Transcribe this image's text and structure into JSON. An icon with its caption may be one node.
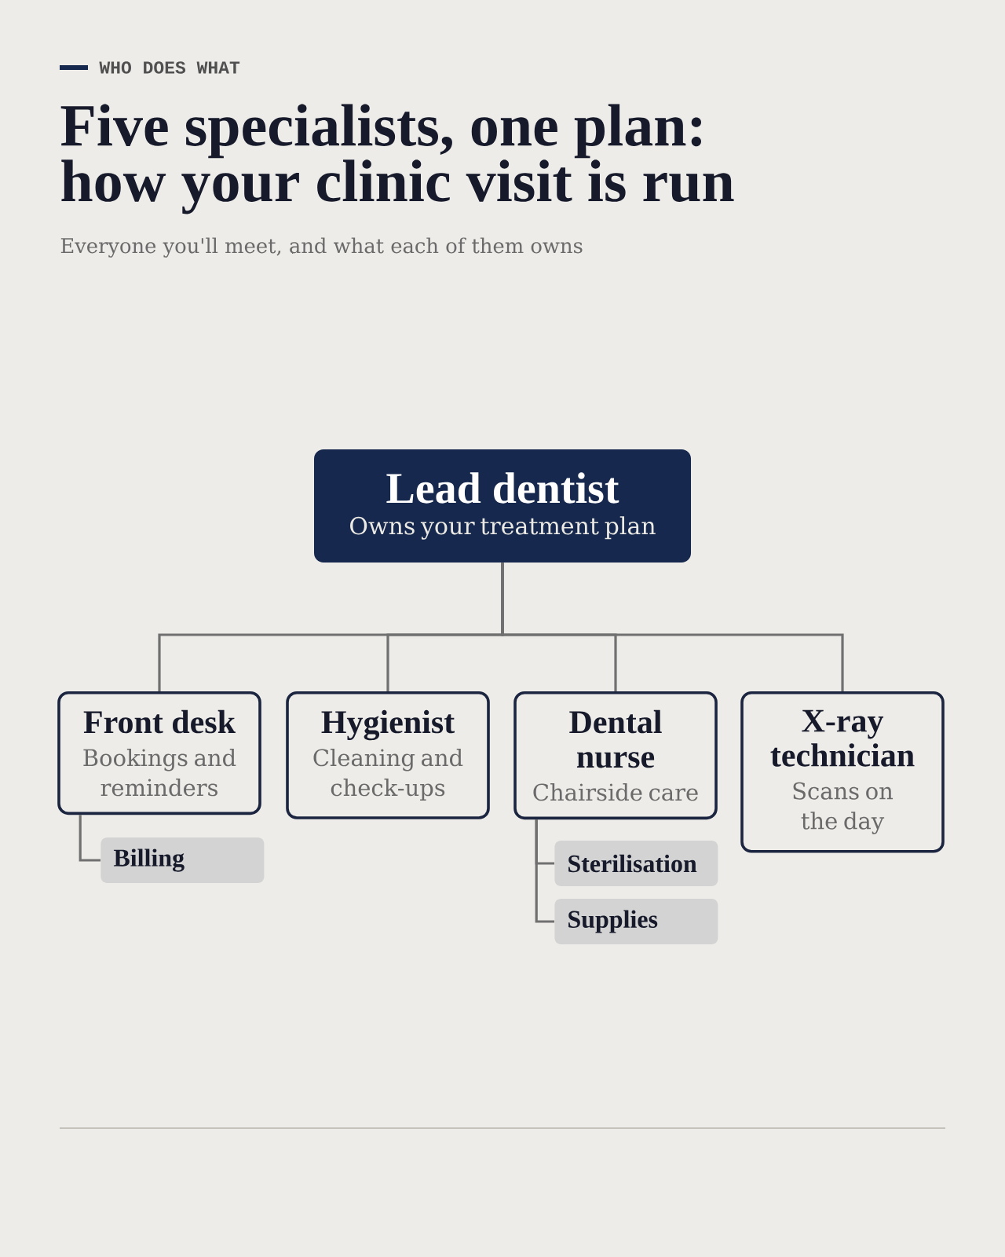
{
  "diagram": {
    "title": "Five specialists, one plan: how your clinic visit is run",
    "nodes": [
      {
        "text": [
          "Lead dentist",
          "Owns your treatment plan"
        ]
      },
      {
        "text": [
          "Front desk",
          "Bookings and reminders"
        ]
      },
      {
        "text": [
          "Hygienist",
          "Cleaning and check-ups"
        ]
      },
      {
        "text": [
          "Dental nurse",
          "Chairside care"
        ]
      },
      {
        "text": [
          "X-ray technician",
          "Scans on the day"
        ]
      },
      {
        "text": [
          "Billing"
        ]
      },
      {
        "text": [
          "Sterilisation"
        ]
      },
      {
        "text": [
          "Supplies"
        ]
      }
    ],
    "edges": [
      {
        "from": 0,
        "to": 1,
        "arrow": "none"
      },
      {
        "from": 0,
        "to": 2,
        "arrow": "none"
      },
      {
        "from": 0,
        "to": 3,
        "arrow": "none"
      },
      {
        "from": 0,
        "to": 4,
        "arrow": "none"
      },
      {
        "from": 1,
        "to": 5,
        "arrow": "none"
      },
      {
        "from": 3,
        "to": 6,
        "arrow": "none"
      },
      {
        "from": 3,
        "to": 7,
        "arrow": "none"
      }
    ],
    "labels": [
      "WHO DOES WHAT",
      "Everyone you'll meet, and what each of them owns"
    ]
  }
}
